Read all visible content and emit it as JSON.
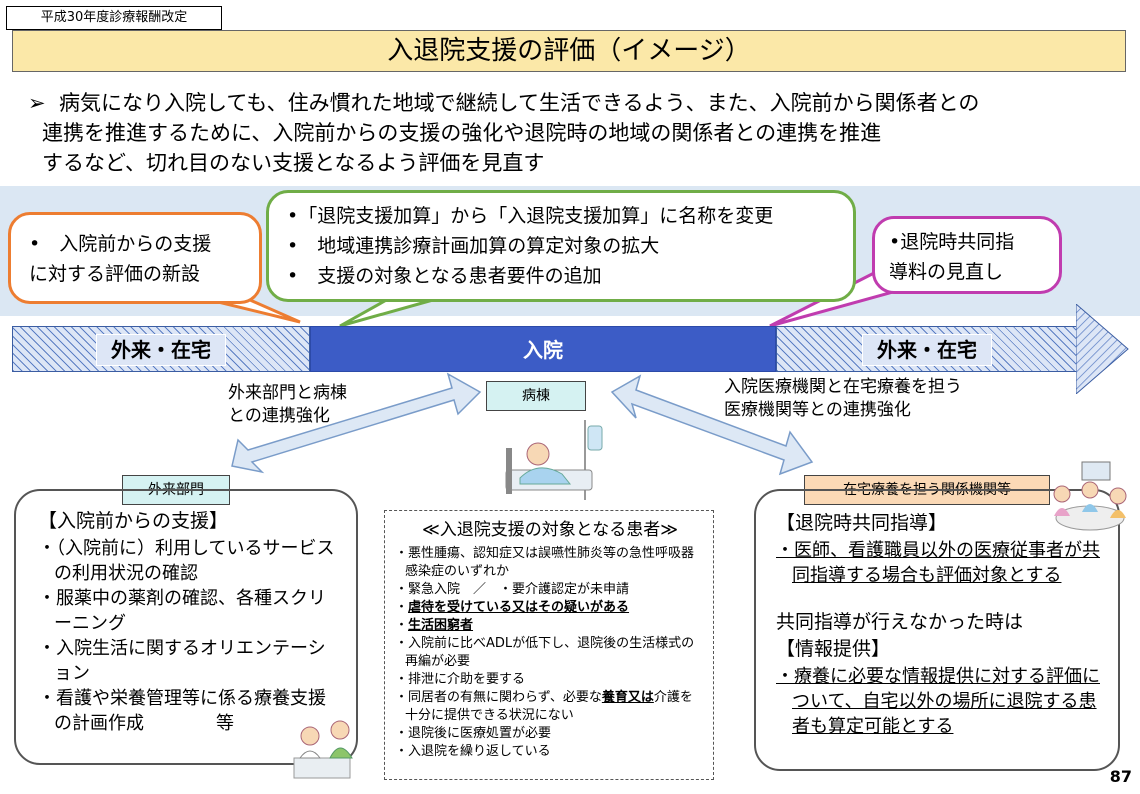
{
  "header": {
    "revision_tag": "平成30年度診療報酬改定",
    "title": "入退院支援の評価（イメージ）"
  },
  "intro": {
    "bullet": "➢",
    "lines": [
      "病気になり入院しても、住み慣れた地域で継続して生活できるよう、また、入院前から関係者との",
      "連携を推進するために、入院前からの支援の強化や退院時の地域の関係者との連携を推進",
      "するなど、切れ目のない支援となるよう評価を見直す"
    ]
  },
  "callouts": {
    "left": [
      "•　入院前からの支援",
      "に対する評価の新設"
    ],
    "center": [
      "•「退院支援加算」から「入退院支援加算」に名称を変更",
      "•　地域連携診療計画加算の算定対象の拡大",
      "•　支援の対象となる患者要件の追加"
    ],
    "right": [
      "•退院時共同指",
      "導料の見直し"
    ]
  },
  "stages": {
    "left": "外来・在宅",
    "middle": "入院",
    "right": "外来・在宅"
  },
  "captions": {
    "left": [
      "外来部門と病棟",
      "との連携強化"
    ],
    "right": [
      "入院医療機関と在宅療養を担う",
      "医療機関等との連携強化"
    ]
  },
  "labels": {
    "ward": "病棟",
    "outpatient": "外来部門",
    "homecare": "在宅療養を担う関係機関等"
  },
  "left_panel": {
    "heading": "【入院前からの支援】",
    "items": [
      "・（入院前に）利用しているサービスの利用状況の確認",
      "・服薬中の薬剤の確認、各種スクリーニング",
      "・入院生活に関するオリエンテーション",
      "・看護や栄養管理等に係る療養支援の計画作成　　　　等"
    ]
  },
  "targets": {
    "heading": "≪入退院支援の対象となる患者≫",
    "items": [
      {
        "text": "・悪性腫瘍、認知症又は誤嚥性肺炎等の急性呼吸器感染症のいずれか"
      },
      {
        "text": "・緊急入院　／　・要介護認定が未申請"
      },
      {
        "prefix": "・",
        "strong": "虐待を受けている又はその疑いがある"
      },
      {
        "prefix": "・",
        "strong": "生活困窮者"
      },
      {
        "text": "・入院前に比べADLが低下し、退院後の生活様式の再編が必要"
      },
      {
        "text": "・排泄に介助を要する"
      },
      {
        "prefix": "・同居者の有無に関わらず、必要な",
        "strong": "養育又は",
        "suffix": "介護を十分に提供できる状況にない"
      },
      {
        "text": "・退院後に医療処置が必要"
      },
      {
        "text": "・入退院を繰り返している"
      }
    ]
  },
  "right_panel": {
    "heading1": "【退院時共同指導】",
    "item1": "・医師、看護職員以外の医療従事者が共同指導する場合も評価対象とする",
    "line2": "共同指導が行えなかった時は",
    "heading2": "【情報提供】",
    "item2": "・療養に必要な情報提供に対する評価について、自宅以外の場所に退院する患者も算定可能とする"
  },
  "page_number": "87",
  "colors": {
    "title_bg": "#fbe8a8",
    "band_bg": "#dbe7f3",
    "orange": "#ed7d31",
    "green": "#70ad47",
    "magenta": "#c03caf",
    "inpatient": "#3c5cc6"
  }
}
